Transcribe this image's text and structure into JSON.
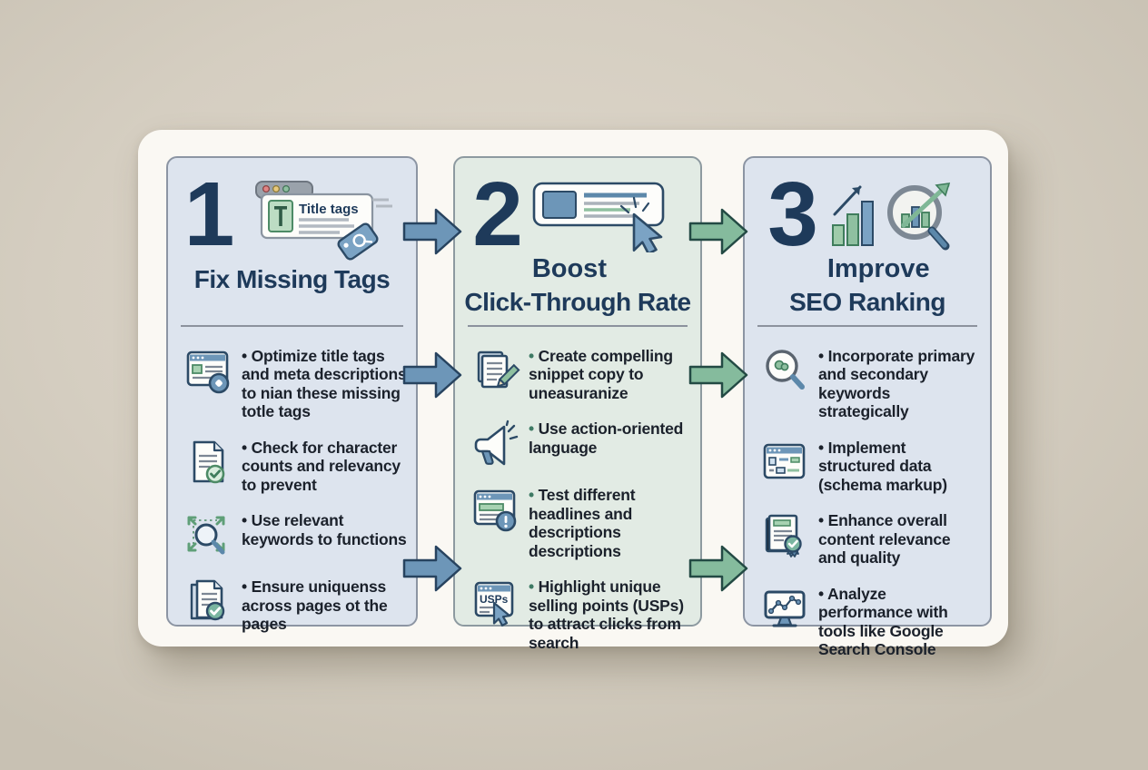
{
  "card": {
    "columns": [
      {
        "number": "1",
        "title": "Fix Missing Tags",
        "icon_text": "Title tags",
        "items": [
          {
            "icon": "browser-tag-badge-icon",
            "text": "Optimize title tags and meta descriptions to nian these missing totle tags"
          },
          {
            "icon": "document-check-icon",
            "text": "Check for character counts and relevancy to prevent"
          },
          {
            "icon": "keyword-magnifier-expand-icon",
            "text": "Use relevant keywords to functions"
          },
          {
            "icon": "unique-pages-check-icon",
            "text": "Ensure uniquenss across pages ot the pages"
          }
        ]
      },
      {
        "number": "2",
        "title_word": "Boost",
        "title": "Click-Through Rate",
        "usps_label": "USPs",
        "items": [
          {
            "icon": "snippet-edit-icon",
            "text": "Create compelling snippet copy to uneasuranize"
          },
          {
            "icon": "megaphone-icon",
            "text": "Use action-oriented language"
          },
          {
            "icon": "headline-test-alert-icon",
            "text": "Test different headlines and descriptions descriptions"
          },
          {
            "icon": "usps-click-icon",
            "text": "Highlight unique selling points (USPs) to attract clicks from search"
          }
        ]
      },
      {
        "number": "3",
        "title_word": "Improve",
        "title": "SEO Ranking",
        "items": [
          {
            "icon": "keyword-search-icon",
            "text": "Incorporate primary and secondary keywords strategically"
          },
          {
            "icon": "structured-data-icon",
            "text": "Implement structured data (schema markup)"
          },
          {
            "icon": "content-quality-badge-icon",
            "text": "Enhance overall content relevance and quality"
          },
          {
            "icon": "analytics-monitor-icon",
            "text": "Analyze performance with tools like Google Search Console"
          }
        ]
      }
    ]
  },
  "colors": {
    "navy": "#1e3a5a",
    "bullet_text": "#1b212b",
    "panel_blue": "#dde4ee",
    "panel_green": "#e2ebe4",
    "card_background": "#faf8f3",
    "page_background": "#d5cec1",
    "blue_arrow": "#6d96b8",
    "green_arrow": "#85bb9d"
  }
}
